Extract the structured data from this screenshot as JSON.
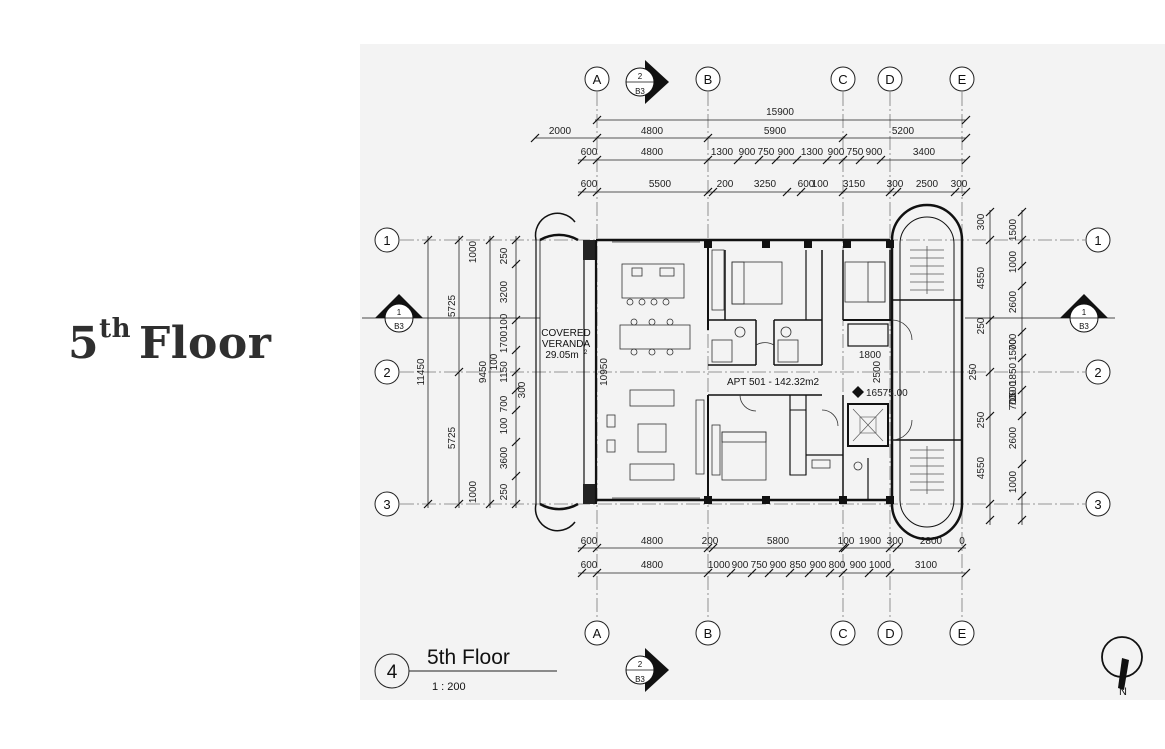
{
  "slide": {
    "title_main": "5",
    "title_sup": "th",
    "title_rest": "Floor"
  },
  "gridlines": {
    "columns": [
      "A",
      "B",
      "C",
      "D",
      "E"
    ],
    "rows": [
      "1",
      "2",
      "3"
    ]
  },
  "section_markers": {
    "top": {
      "number": "2",
      "sheet": "B3"
    },
    "bottom": {
      "number": "2",
      "sheet": "B3"
    },
    "left": {
      "number": "1",
      "sheet": "B3"
    },
    "right": {
      "number": "1",
      "sheet": "B3"
    }
  },
  "dimensions": {
    "top_overall": "15900",
    "top_row2": [
      "2000",
      "4800",
      "5900",
      "5200"
    ],
    "top_row3": [
      "600",
      "4800",
      "1300",
      "900",
      "750",
      "900",
      "1300",
      "900",
      "750",
      "900",
      "3400"
    ],
    "top_row4": [
      "600",
      "5500",
      "200",
      "3250",
      "600",
      "100",
      "3150",
      "300",
      "2500",
      "300"
    ],
    "bottom_row1": [
      "600",
      "4800",
      "200",
      "5800",
      "100",
      "1900",
      "300",
      "2800",
      "0"
    ],
    "bottom_row2": [
      "600",
      "4800",
      "1000",
      "900",
      "750",
      "900",
      "850",
      "900",
      "800",
      "900",
      "1000",
      "3100"
    ],
    "left_col1": "11450",
    "left_col2": [
      "5725",
      "5725"
    ],
    "left_col3": "9450",
    "left_col4": [
      "1000",
      "3200",
      "1700",
      "1150",
      "700",
      "3600",
      "1000"
    ],
    "left_col5": [
      "250",
      "100",
      "100",
      "300",
      "100",
      "250"
    ],
    "right_col1": [
      "300",
      "4550",
      "250",
      "250",
      "4550"
    ],
    "right_col2": [
      "1500",
      "1000",
      "2600",
      "1500",
      "1850",
      "1500",
      "700",
      "2600",
      "1000"
    ],
    "right_small": [
      "700",
      "700",
      "250"
    ],
    "interior": [
      "10950",
      "1800",
      "2500"
    ]
  },
  "rooms": {
    "veranda_name": "COVERED VERANDA",
    "veranda_area": "29.05m",
    "veranda_unit": "2",
    "apartment": "APT 501 - 142.32m2",
    "level": "16575.00"
  },
  "title_block": {
    "number": "4",
    "title": "5th Floor",
    "scale": "1 : 200"
  },
  "north": {
    "label": "N"
  }
}
